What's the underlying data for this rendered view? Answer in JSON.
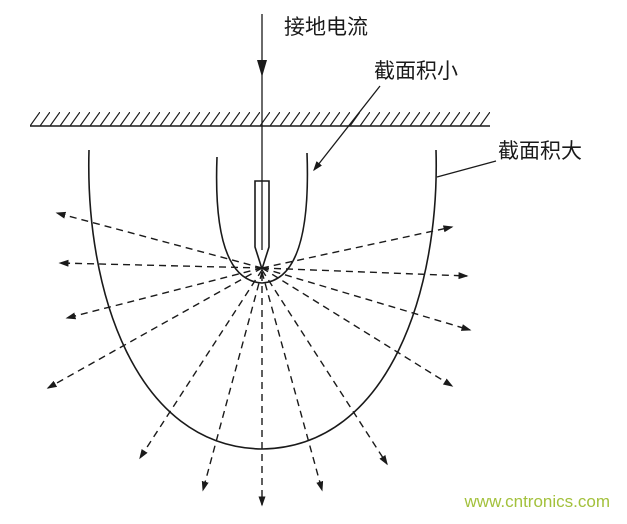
{
  "diagram": {
    "labels": {
      "current": "接地电流",
      "small_cross_section": "截面积小",
      "large_cross_section": "截面积大"
    },
    "watermark": {
      "text": "www.cntronics.com",
      "color": "#a3c13c"
    },
    "colors": {
      "line": "#1a1a1a",
      "background": "#ffffff"
    }
  }
}
